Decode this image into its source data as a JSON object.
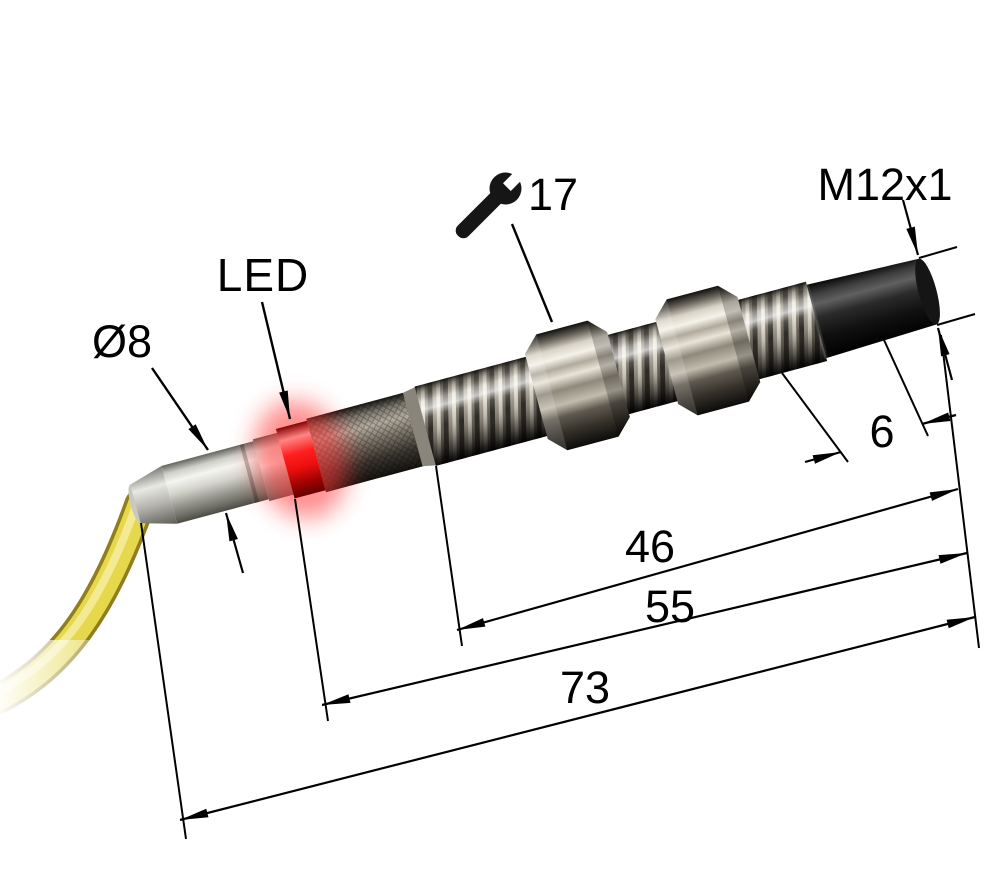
{
  "drawing": {
    "title": "inductive-proximity-sensor-dimension-drawing",
    "labels": {
      "cable_diameter": "Ø8",
      "led": "LED",
      "wrench_size": "17",
      "thread_spec": "M12x1",
      "dim_6": "6",
      "dim_46": "46",
      "dim_55": "55",
      "dim_73": "73"
    },
    "colors": {
      "led_ring": "#ff2222",
      "cable": "#e6d84c",
      "end_cap": "#111111",
      "metal_highlight": "#f2efe6",
      "dimension_lines": "#000000"
    }
  }
}
